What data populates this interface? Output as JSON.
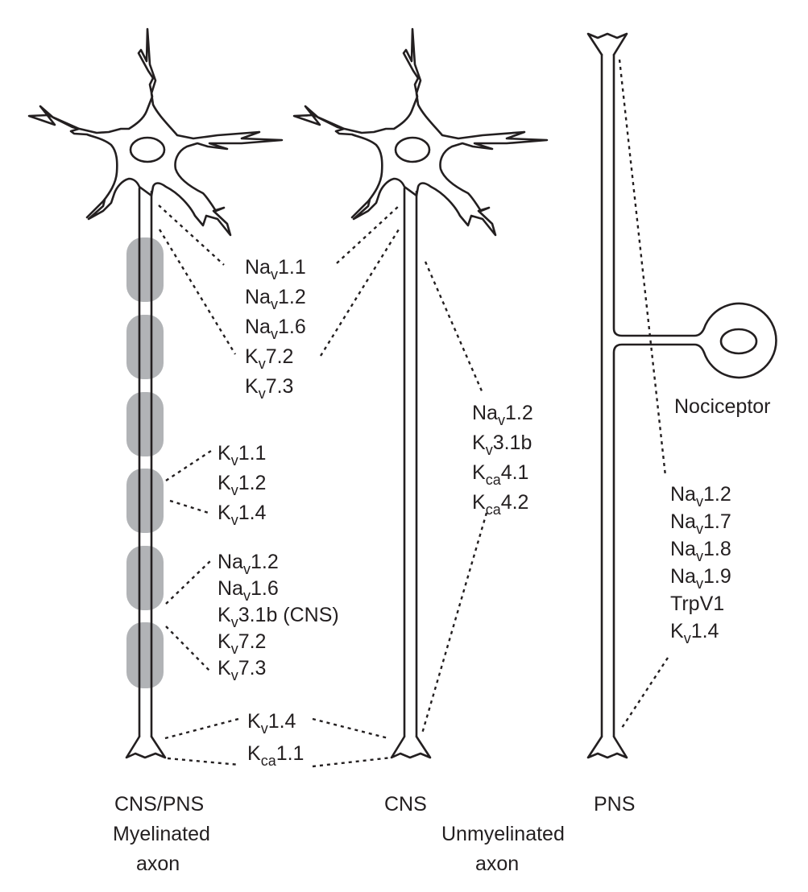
{
  "figure": {
    "title": "Ion channel distribution in neurons",
    "colors": {
      "ink": "#231f20",
      "myelin": "#b1b3b6",
      "background": "#ffffff"
    }
  },
  "neurons": [
    {
      "id": "myelinated",
      "type_label": "CNS/PNS",
      "caption_lines": [
        "Myelinated",
        "axon"
      ],
      "has_myelin": true,
      "myelin_segments": 6
    },
    {
      "id": "unmyelinated-cns",
      "type_label": "CNS",
      "has_myelin": false
    },
    {
      "id": "nociceptor",
      "type_label": "PNS",
      "cell_label": "Nociceptor",
      "has_myelin": false
    }
  ],
  "shared_caption": {
    "lines": [
      "Unmyelinated",
      "axon"
    ]
  },
  "channel_groups": {
    "axon_initial_segment": [
      {
        "base": "Na",
        "sub": "v",
        "suffix": "1.1"
      },
      {
        "base": "Na",
        "sub": "v",
        "suffix": "1.2"
      },
      {
        "base": "Na",
        "sub": "v",
        "suffix": "1.6"
      },
      {
        "base": "K",
        "sub": "v",
        "suffix": "7.2"
      },
      {
        "base": "K",
        "sub": "v",
        "suffix": "7.3"
      }
    ],
    "juxtaparanode": [
      {
        "base": "K",
        "sub": "v",
        "suffix": "1.1"
      },
      {
        "base": "K",
        "sub": "v",
        "suffix": "1.2"
      },
      {
        "base": "K",
        "sub": "v",
        "suffix": "1.4"
      }
    ],
    "node_of_ranvier": [
      {
        "base": "Na",
        "sub": "v",
        "suffix": "1.2"
      },
      {
        "base": "Na",
        "sub": "v",
        "suffix": "1.6"
      },
      {
        "base": "K",
        "sub": "v",
        "suffix": "3.1b (CNS)"
      },
      {
        "base": "K",
        "sub": "v",
        "suffix": "7.2"
      },
      {
        "base": "K",
        "sub": "v",
        "suffix": "7.3"
      }
    ],
    "unmyelinated_axon_cns": [
      {
        "base": "Na",
        "sub": "v",
        "suffix": "1.2"
      },
      {
        "base": "K",
        "sub": "v",
        "suffix": "3.1b"
      },
      {
        "base": "K",
        "sub": "ca",
        "suffix": "4.1"
      },
      {
        "base": "K",
        "sub": "ca",
        "suffix": "4.2"
      }
    ],
    "terminals_shared": [
      {
        "base": "K",
        "sub": "v",
        "suffix": "1.4"
      },
      {
        "base": "K",
        "sub": "ca",
        "suffix": "1.1"
      }
    ],
    "nociceptor_axon": [
      {
        "base": "Na",
        "sub": "v",
        "suffix": "1.2"
      },
      {
        "base": "Na",
        "sub": "v",
        "suffix": "1.7"
      },
      {
        "base": "Na",
        "sub": "v",
        "suffix": "1.8"
      },
      {
        "base": "Na",
        "sub": "v",
        "suffix": "1.9"
      },
      {
        "base": "TrpV1",
        "sub": "",
        "suffix": ""
      },
      {
        "base": "K",
        "sub": "v",
        "suffix": "1.4"
      }
    ]
  }
}
